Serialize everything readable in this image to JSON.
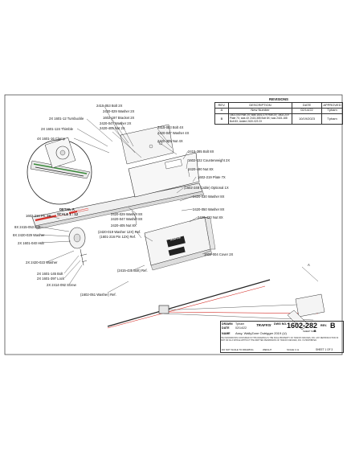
{
  "detail_label": {
    "line1": "DETAIL A",
    "line2": "SCALE 1 : 12",
    "marker": "A"
  },
  "callouts": [
    {
      "id": "c1",
      "text": "2415-053 Bolt 2X"
    },
    {
      "id": "c2",
      "text": "2X 1601-12 Turnbuckle"
    },
    {
      "id": "c3",
      "text": "2X 1601-124 Thimble"
    },
    {
      "id": "c4",
      "text": "4X 1601-16 Clamp"
    },
    {
      "id": "c5",
      "text": "2420-029 Washer 2X"
    },
    {
      "id": "c6",
      "text": "1602-197 Bracket 2X"
    },
    {
      "id": "c7",
      "text": "2420-047 Washer 2X"
    },
    {
      "id": "c8",
      "text": "2420-405 Nut 2X"
    },
    {
      "id": "c9",
      "text": "2415-053 Bolt 4X"
    },
    {
      "id": "c10",
      "text": "2420-047 Washer 4X"
    },
    {
      "id": "c11",
      "text": "2420-405 Nut 4X"
    },
    {
      "id": "c12",
      "text": "2415-385 Bolt 8X"
    },
    {
      "id": "c13",
      "text": "1602-222 Counterweight 2X"
    },
    {
      "id": "c14",
      "text": "2420-490 Nut 8X"
    },
    {
      "id": "c15",
      "text": "1602-219 Plate 7X"
    },
    {
      "id": "c16",
      "text": "(1602-248 Cable) Optional 1X"
    },
    {
      "id": "c17",
      "text": "2420-030 Washer 8X"
    },
    {
      "id": "c18",
      "text": "2420-050 Washer 8X"
    },
    {
      "id": "c19",
      "text": "2420-420 Nut 8X"
    },
    {
      "id": "c20",
      "text": "1602-210 Ph. 4X"
    },
    {
      "id": "c21",
      "text": "8X 2415-053 Bolt"
    },
    {
      "id": "c22",
      "text": "8X 2420-029 Washer"
    },
    {
      "id": "c23",
      "text": "2X 1601-040 Hub"
    },
    {
      "id": "c24",
      "text": "2420-029 Washer 8X"
    },
    {
      "id": "c25",
      "text": "2420-047 Washer 8X"
    },
    {
      "id": "c26",
      "text": "2420-405 Nut 8X"
    },
    {
      "id": "c27",
      "text": "(2420-019 Washer 12X) Ref."
    },
    {
      "id": "c28",
      "text": "(1601-216 Pin 12X) Ref."
    },
    {
      "id": "c29",
      "text": "2X 2420-023 Washer"
    },
    {
      "id": "c30",
      "text": "2X 1601-145 Bolt"
    },
    {
      "id": "c31",
      "text": "2X 1601-397 Lock"
    },
    {
      "id": "c32",
      "text": "2X 2414-092 Screw"
    },
    {
      "id": "c33",
      "text": "1602-004 Cover 2X"
    },
    {
      "id": "c34",
      "text": "(2415-435 Bolt) Ref."
    },
    {
      "id": "c35",
      "text": "(1602-051 Washer) Ref."
    }
  ],
  "revisions": {
    "title": "REVISIONS",
    "headers": [
      "REV.",
      "DESCRIPTION",
      "DATE",
      "APPROVED"
    ],
    "rows": [
      {
        "rev": "A",
        "description": "New Number",
        "date": "02/14/22",
        "approved": "Tpham"
      },
      {
        "rev": "B",
        "description": "1602-040 Hub 2X; was 1601-079 Hub 2X; 1602-219 Plate 7X; was 4X 2415-385 Bolt 8X; was 2415-188 Bolt 8X; Added 2420-023 2X",
        "date": "10/19/2023",
        "approved": "Tpham"
      }
    ]
  },
  "title_block": {
    "drawn_label": "DRAWN",
    "drawn_value": "Tpham",
    "checked_label": "DATE",
    "checked_value": "02/14/22",
    "name_label": "NAME",
    "name_value": "Assy, WallyZone Outrigger 2019 (U)",
    "logo_text": "TRAFFIX",
    "dwg_no_label": "DWG NO.",
    "dwg_no": "1602-282",
    "rev_label": "REV.",
    "rev_value": "B",
    "sheet_size": "SHEET SIZE",
    "sheet_size_value": "B",
    "do_not_scale": "DO NOT SCALE TO DRAWING",
    "scale_label": "SCALE 1:12",
    "weight_label": "WEIGHT",
    "sheet_label": "SHEET 1 OF 3"
  },
  "notes_text": "THE INFORMATION CONTAINED IN THIS DRAWING IS THE SOLE PROPERTY OF TRAFFIX DEVICES, INC. ANY REPRODUCTION IN PART OR AS A WHOLE WITHOUT THE WRITTEN PERMISSION OF TRAFFIX DEVICES, INC. IS PROHIBITED.",
  "product_marking": "TRAFFIX",
  "colors": {
    "line": "#222222",
    "accent_red": "#d4302a",
    "accent_green": "#3a8a3a",
    "part_fill": "#f2f2f2"
  }
}
